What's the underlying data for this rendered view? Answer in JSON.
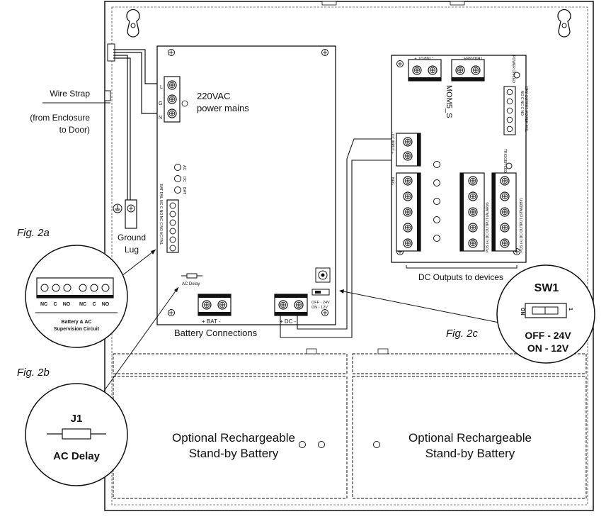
{
  "labels": {
    "wire_strap": "Wire Strap",
    "from_enclosure_1": "(from Enclosure",
    "from_enclosure_2": "to Door)",
    "power_mains_1": "220VAC",
    "power_mains_2": "power mains",
    "ground_lug_1": "Ground",
    "ground_lug_2": "Lug",
    "fig_2a": "Fig. 2a",
    "fig_2b": "Fig. 2b",
    "fig_2c": "Fig. 2c",
    "battery_connections": "Battery Connections",
    "bat_terminal": "+ BAT -",
    "dc_terminal": "+ DC -",
    "ac_delay_small": "AC Delay",
    "sw_small_1": "OFF - 24V",
    "sw_small_2": "ON - 12V",
    "dc_outputs": "DC Outputs to devices",
    "mom5": "MOM5_S",
    "input": "- INPUT +",
    "trigger": "TRIGGER",
    "power_on_led": "POWER ON LED",
    "trigger_led": "TRIGGER LED",
    "dry_output": "NO C NC C NO",
    "dry_output_2": "DRY OUTPUT POWER FAIL",
    "dc_input": "- DC INPUT +",
    "neg_left": "NEG",
    "pos_alarm": "POS (+) DC OUTPUT (ALARM)",
    "pos_standby": "POS (+) DC OUTPUT (STANDBY)",
    "led_labels": [
      "AC",
      "DC",
      "BAT"
    ],
    "fail_label": "BAT FAIL NC C NO NC C NO AC FAIL"
  },
  "callout_2a": {
    "terminals": [
      "NC",
      "C",
      "NO",
      "NC",
      "C",
      "NO"
    ],
    "caption_1": "Battery & AC",
    "caption_2": "Supervision Circuit"
  },
  "callout_2b": {
    "title": "J1",
    "caption": "AC Delay"
  },
  "callout_2c": {
    "title": "SW1",
    "on_label": "ON",
    "one_label": "1",
    "line1": "OFF - 24V",
    "line2": "ON - 12V"
  },
  "batteries": [
    {
      "line1": "Optional Rechargeable",
      "line2": "Stand-by Battery"
    },
    {
      "line1": "Optional Rechargeable",
      "line2": "Stand-by Battery"
    }
  ]
}
